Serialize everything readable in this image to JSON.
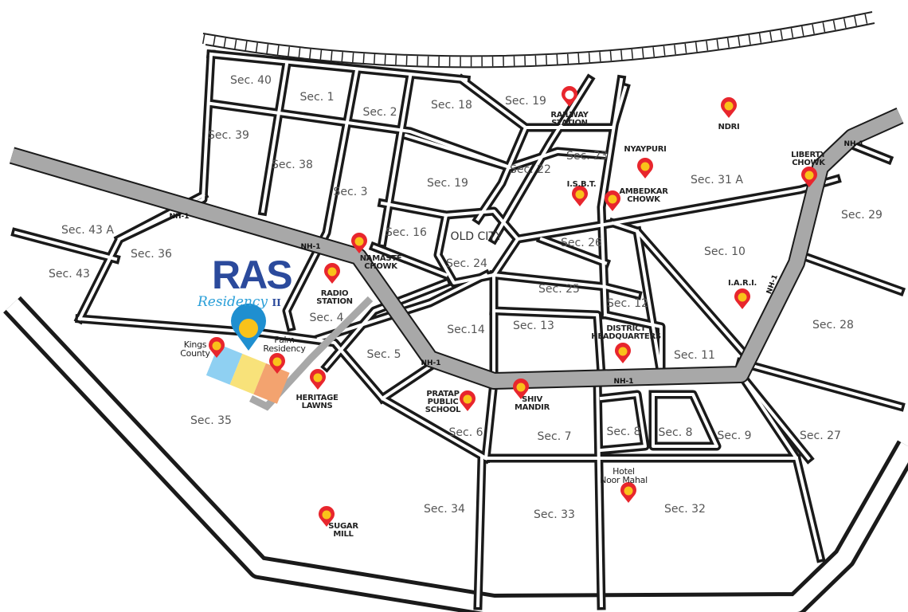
{
  "logo": {
    "brand": "RAS",
    "subtitle": "Residency",
    "suffix": "II"
  },
  "colors": {
    "pin_red": "#e8262d",
    "pin_yellow": "#f9c21a",
    "project_pin": "#1f8fd0",
    "highway": "#a8a8a8",
    "road_outline": "#1a1a1a",
    "plot_blue": "#8fd0f2",
    "plot_yellow": "#f8e27a",
    "plot_orange": "#f3a36f",
    "logo_blue": "#2b4a9c"
  },
  "highway_label": "NH-1",
  "sectors": [
    "Sec. 40",
    "Sec. 1",
    "Sec. 2",
    "Sec. 18",
    "Sec. 19",
    "Sec. 39",
    "Sec. 38",
    "Sec. 3",
    "Sec. 19",
    "Sec. 22",
    "Sec. 23",
    "Sec. 31 A",
    "Sec. 29",
    "Sec. 43 A",
    "Sec. 36",
    "Sec. 16",
    "OLD CITY",
    "Sec. 26",
    "Sec. 10",
    "Sec. 43",
    "Sec. 24",
    "Sec. 25",
    "Sec. 12",
    "Sec. 28",
    "Sec. 4",
    "Sec. 13",
    "Sec.14",
    "Sec. 5",
    "Sec. 11",
    "Sec. 35",
    "Sec. 6",
    "Sec. 7",
    "Sec. 8",
    "Sec. 8",
    "Sec. 9",
    "Sec. 27",
    "Sec. 34",
    "Sec. 33",
    "Sec. 32"
  ],
  "pois": [
    {
      "label": "RAILWAY\nSTATION",
      "icon": "hollow-map-pin-icon"
    },
    {
      "label": "NDRI",
      "icon": "map-pin-icon"
    },
    {
      "label": "NYAYPURI",
      "icon": "map-pin-icon"
    },
    {
      "label": "I.S.B.T.",
      "icon": "map-pin-icon"
    },
    {
      "label": "AMBEDKAR\nCHOWK",
      "icon": "map-pin-icon"
    },
    {
      "label": "LIBERTY\nCHOWK",
      "icon": "map-pin-icon"
    },
    {
      "label": "NAMASTE\nCHOWK",
      "icon": "map-pin-icon"
    },
    {
      "label": "RADIO\nSTATION",
      "icon": "map-pin-icon"
    },
    {
      "label": "I.A.R.I.",
      "icon": "map-pin-icon"
    },
    {
      "label": "DISTRICT\nHEADQUARTERS",
      "icon": "map-pin-icon"
    },
    {
      "label": "Kings\nCounty",
      "icon": "map-pin-icon"
    },
    {
      "label": "Palm\nResidency",
      "icon": "map-pin-icon"
    },
    {
      "label": "HERITAGE\nLAWNS",
      "icon": "map-pin-icon"
    },
    {
      "label": "PRATAP\nPUBLIC\nSCHOOL",
      "icon": "map-pin-icon"
    },
    {
      "label": "SHIV\nMANDIR",
      "icon": "map-pin-icon"
    },
    {
      "label": "Hotel\nNoor Mahal",
      "icon": "map-pin-icon"
    },
    {
      "label": "SUGAR\nMILL",
      "icon": "map-pin-icon"
    }
  ]
}
